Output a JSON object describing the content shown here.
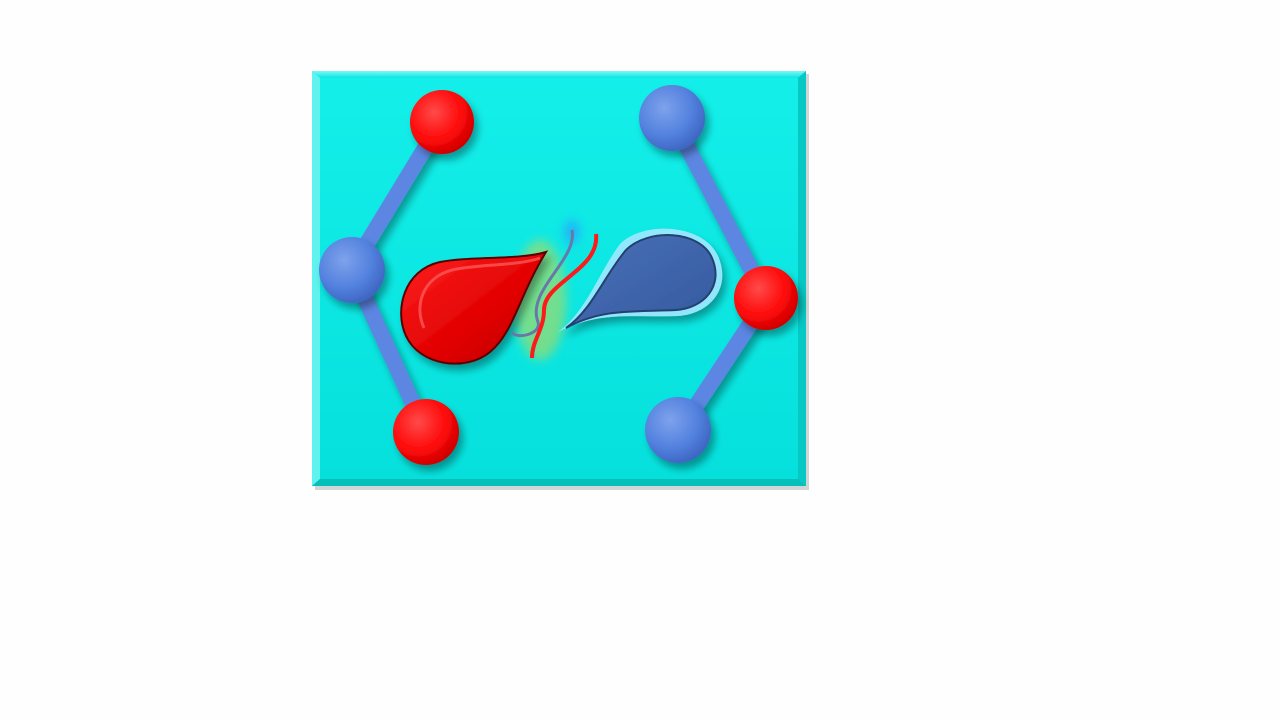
{
  "slide": {
    "background": "#fefefe"
  },
  "graphic": {
    "panel_color": "#08e6e2",
    "bond_color": "#5b86e2",
    "node_colors": {
      "red": "#ff0a0a",
      "blue": "#4f7fdc"
    },
    "hexagon_nodes": [
      {
        "name": "node-top-left",
        "color": "red"
      },
      {
        "name": "node-top-right",
        "color": "blue"
      },
      {
        "name": "node-right",
        "color": "red"
      },
      {
        "name": "node-bottom-right",
        "color": "blue"
      },
      {
        "name": "node-bottom-left",
        "color": "red"
      },
      {
        "name": "node-left",
        "color": "blue"
      }
    ],
    "center_shapes": [
      {
        "name": "red-droplet",
        "color": "#e00000"
      },
      {
        "name": "blue-droplet",
        "color": "#3d62aa"
      }
    ],
    "icon": "hexagon-ring-with-two-droplets-icon"
  }
}
